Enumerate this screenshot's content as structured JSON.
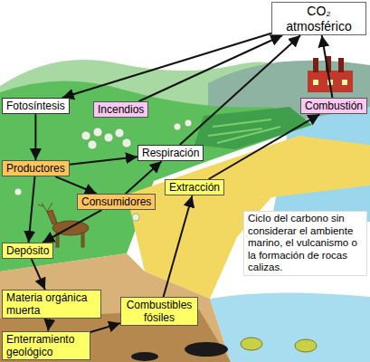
{
  "diagram": {
    "nodes": [
      {
        "text": [
          "CO₂ atmosférico"
        ]
      },
      {
        "text": [
          "Fotosíntesis"
        ]
      },
      {
        "text": [
          "Incendios"
        ]
      },
      {
        "text": [
          "Combustión"
        ]
      },
      {
        "text": [
          "Respiración"
        ]
      },
      {
        "text": [
          "Productores"
        ]
      },
      {
        "text": [
          "Extracción"
        ]
      },
      {
        "text": [
          "Consumidores"
        ]
      },
      {
        "text": [
          "Ciclo del carbono sin considerar el ambiente marino, el vulcanismo o la formación de rocas calizas."
        ]
      },
      {
        "text": [
          "Depósito"
        ]
      },
      {
        "text": [
          "Materia orgánica muerta"
        ]
      },
      {
        "text": [
          "Combustibles fósiles"
        ]
      },
      {
        "text": [
          "Enterramiento geológico"
        ]
      }
    ],
    "edges": [
      {
        "from": 0,
        "to": 1,
        "arrow": "to"
      },
      {
        "from": 2,
        "to": 0,
        "arrow": "to"
      },
      {
        "from": 4,
        "to": 0,
        "arrow": "to"
      },
      {
        "from": 3,
        "to": 0,
        "arrow": "to"
      },
      {
        "from": 1,
        "to": 5,
        "arrow": "to"
      },
      {
        "from": 5,
        "to": 4,
        "arrow": "to"
      },
      {
        "from": 5,
        "to": 7,
        "arrow": "to"
      },
      {
        "from": 7,
        "to": 4,
        "arrow": "to"
      },
      {
        "from": 5,
        "to": 9,
        "arrow": "to"
      },
      {
        "from": 7,
        "to": 9,
        "arrow": "to"
      },
      {
        "from": 9,
        "to": 10,
        "arrow": "to"
      },
      {
        "from": 10,
        "to": 12,
        "arrow": "to"
      },
      {
        "from": 12,
        "to": 11,
        "arrow": "to"
      },
      {
        "from": 11,
        "to": 6,
        "arrow": "to"
      },
      {
        "from": 6,
        "to": 3,
        "arrow": "to"
      }
    ]
  }
}
